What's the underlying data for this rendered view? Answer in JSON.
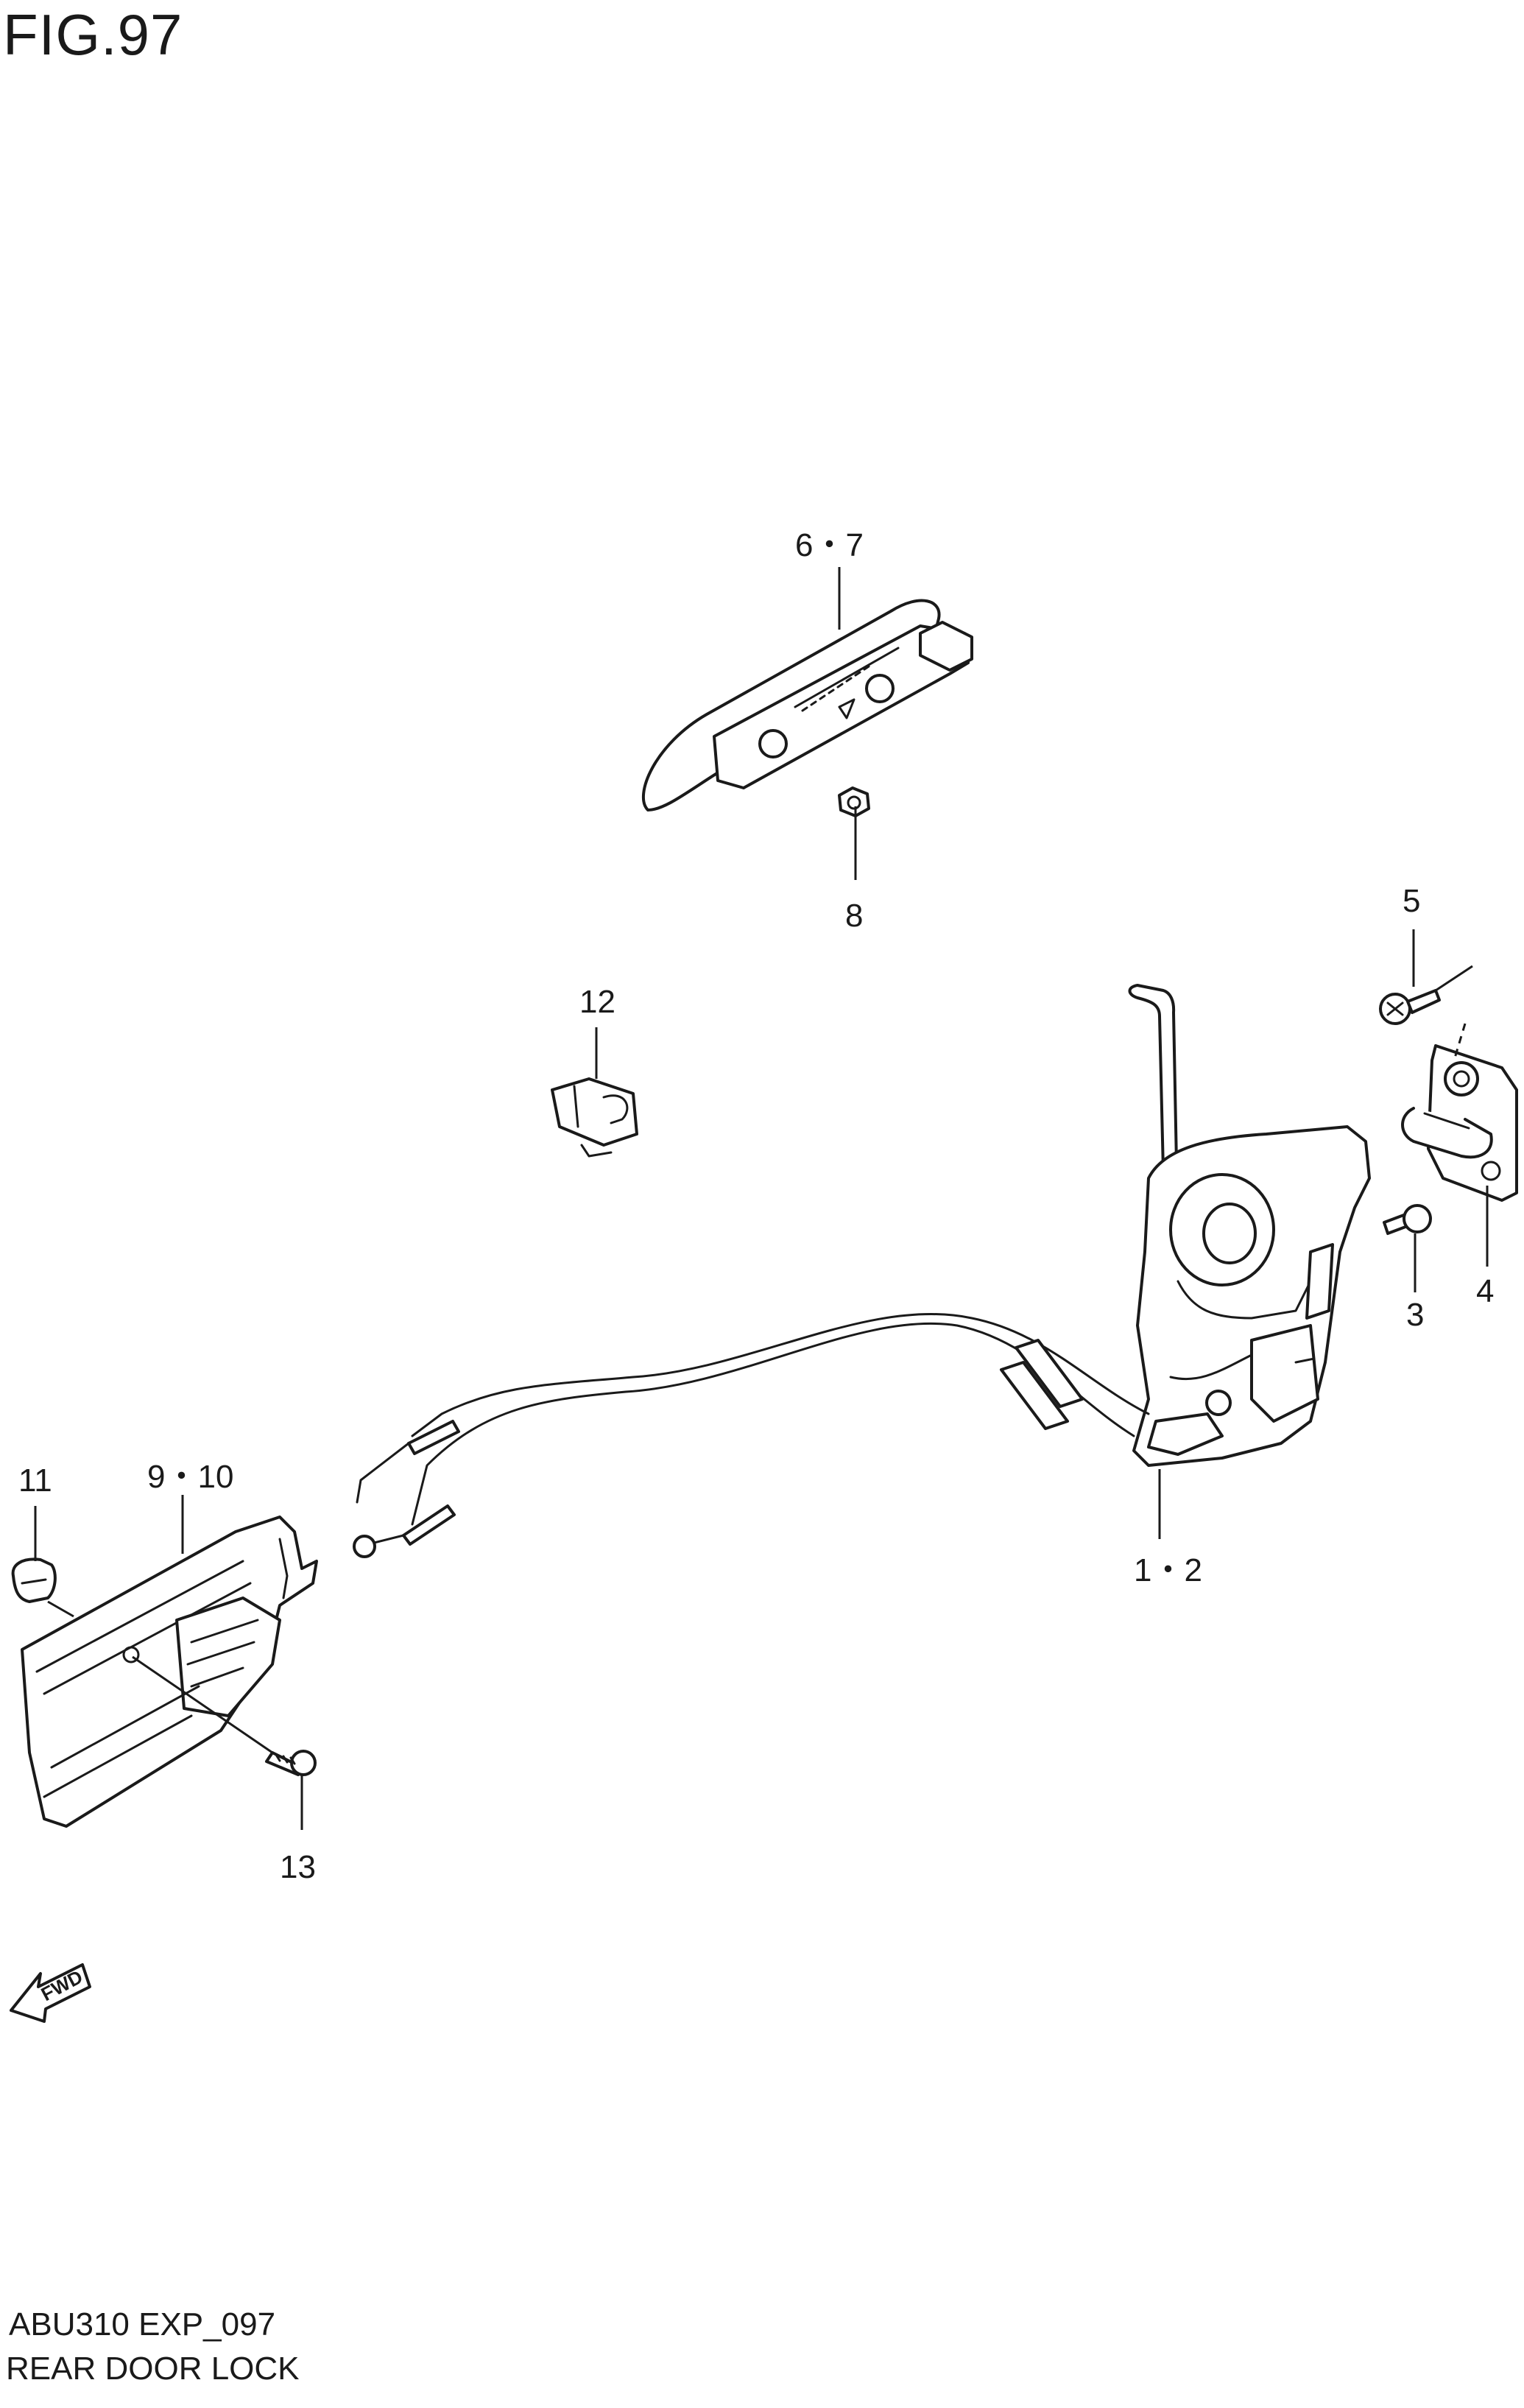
{
  "figure": {
    "title": "FIG.97",
    "code": "ABU310 EXP_097",
    "name": "REAR DOOR LOCK"
  },
  "callouts": {
    "c67": "6・7",
    "c8": "8",
    "c5": "5",
    "c12": "12",
    "c3": "3",
    "c4": "4",
    "c11": "11",
    "c910": "9・10",
    "c12b": "1・2",
    "c13": "13"
  },
  "direction": {
    "label": "FWD",
    "icon": "forward-arrow-icon"
  }
}
